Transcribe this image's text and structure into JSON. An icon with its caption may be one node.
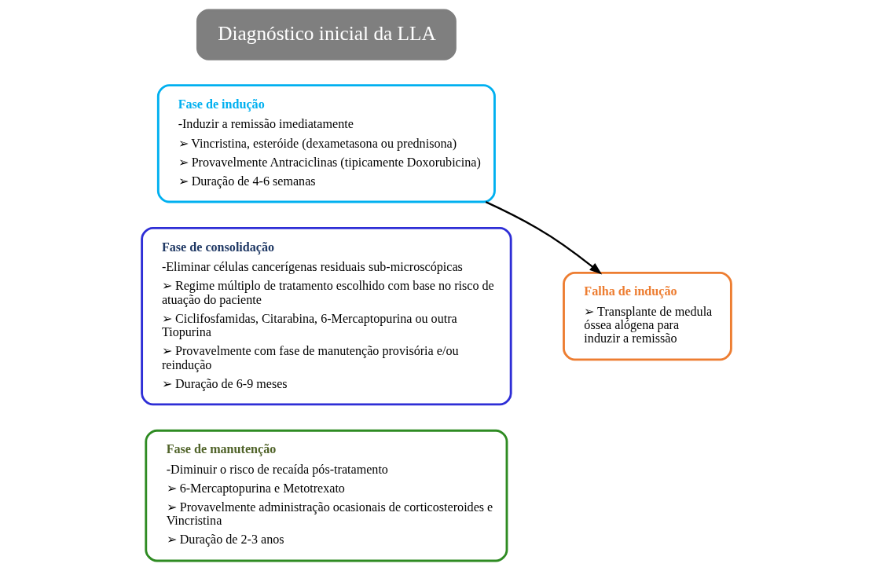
{
  "diagram": {
    "nodes": [
      {
        "text": [
          "Diagnóstico inicial da LLA"
        ]
      },
      {
        "text": [
          "Fase de indução",
          "-Induzir a remissão imediatamente",
          "➢ Vincristina, esteróide (dexametasona ou prednisona)",
          "➢ Provavelmente Antraciclinas (tipicamente Doxorubicina)",
          "➢ Duração de 4-6 semanas"
        ]
      },
      {
        "text": [
          "Fase de consolidação",
          "-Eliminar células cancerígenas residuais sub-microscópicas",
          "➢ Regime múltiplo de tratamento escolhido com base no risco de atuação do paciente",
          "➢ Ciclifosfamidas, Citarabina, 6-Mercaptopurina ou outra Tiopurina",
          "➢ Provavelmente com fase de manutenção provisória e/ou reindução",
          "➢ Duração de 6-9 meses"
        ]
      },
      {
        "text": [
          "Fase de manutenção",
          "-Diminuir o risco de recaída pós-tratamento",
          "➢ 6-Mercaptopurina e Metotrexato",
          "➢ Provavelmente administração ocasionais de corticosteroides e Vincristina",
          "➢ Duração de 2-3 anos"
        ]
      },
      {
        "text": [
          "Falha de indução",
          "➢ Transplante de medula óssea alógena para induzir a remissão"
        ]
      }
    ],
    "edges": [
      {
        "from": 1,
        "to": 4,
        "arrow": "to"
      }
    ]
  }
}
